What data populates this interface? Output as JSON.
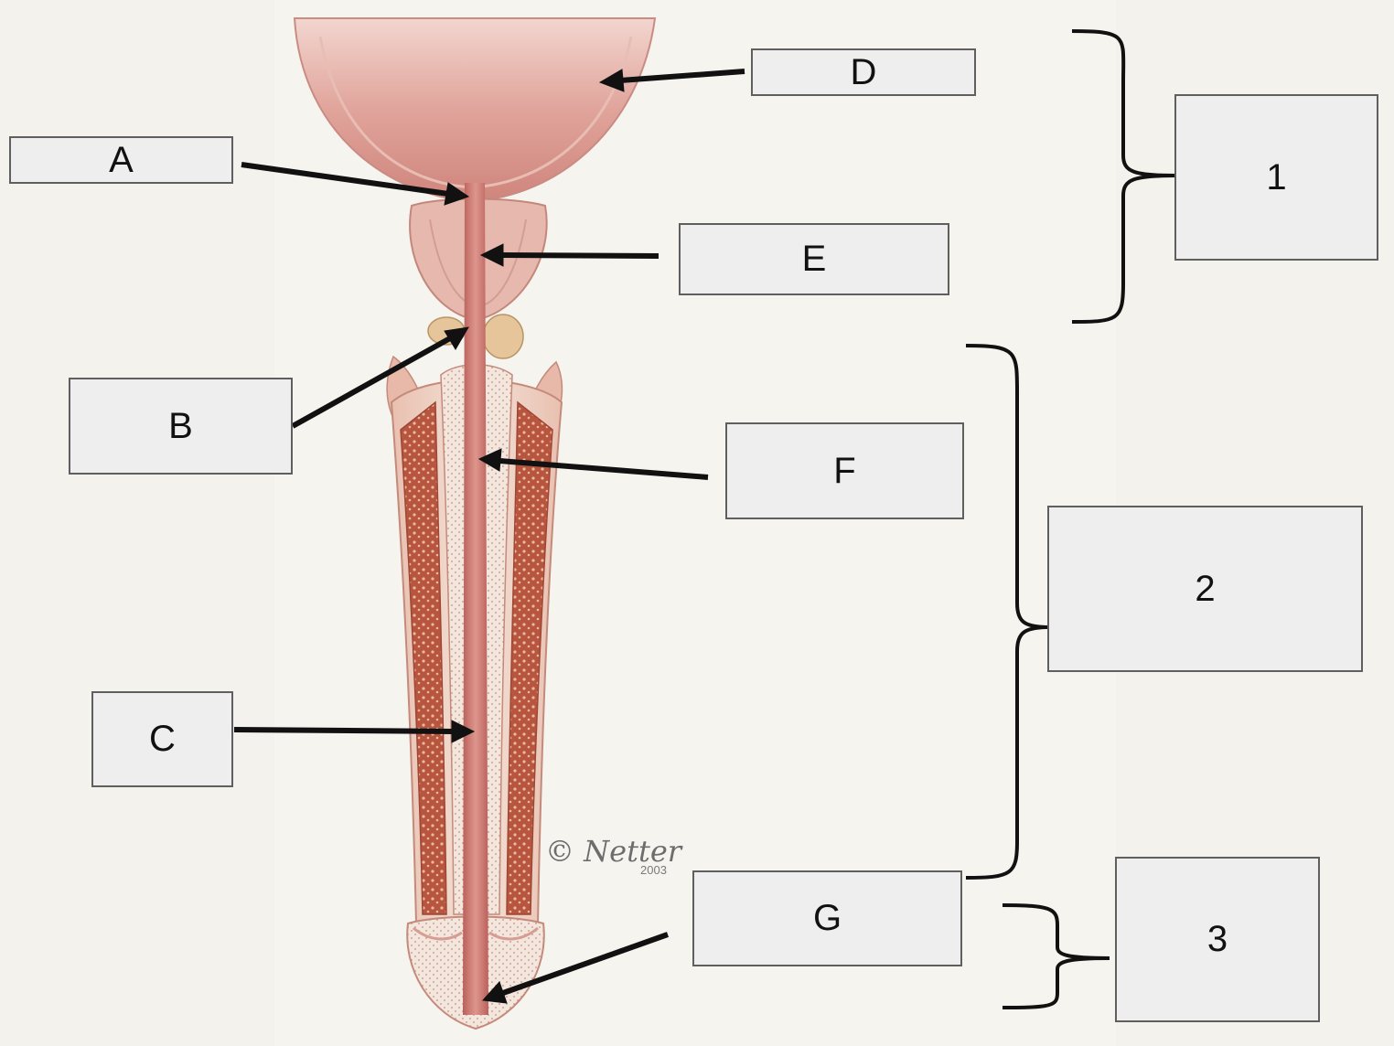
{
  "labels": {
    "A": "A",
    "B": "B",
    "C": "C",
    "D": "D",
    "E": "E",
    "F": "F",
    "G": "G"
  },
  "regions": {
    "r1": "1",
    "r2": "2",
    "r3": "3"
  },
  "signature": {
    "mark": "© Netter",
    "year": "2003"
  },
  "colors": {
    "background": "#f4f2ec",
    "box_fill": "#eeeeee",
    "box_border": "#5f5f5f",
    "arrow": "#111111",
    "tissue_pink": "#d98b86",
    "tissue_red": "#b8553f",
    "tissue_cream": "#f1e2d8"
  }
}
